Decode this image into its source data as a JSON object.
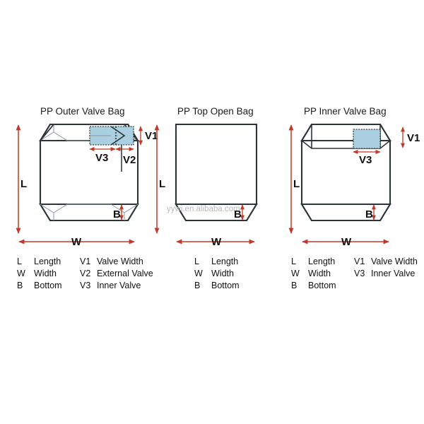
{
  "page": {
    "background": "#ffffff",
    "watermark": "yywi.en.alibaba.com",
    "colors": {
      "outline": "#2b3436",
      "fold": "#8e9698",
      "valve_fill": "#a9cfe0",
      "dimension_arrow": "#c0392b",
      "text": "#111111",
      "watermark": "#b9b9b9"
    }
  },
  "diagrams": [
    {
      "id": "pp-outer-valve-bag",
      "title": "PP Outer Valve Bag",
      "dimension_labels": {
        "length": "L",
        "width": "W",
        "bottom": "B",
        "valve_width": "V1",
        "external_valve": "V2",
        "inner_valve": "V3"
      },
      "legend": [
        {
          "key": "L",
          "value": "Length"
        },
        {
          "key": "W",
          "value": "Width"
        },
        {
          "key": "B",
          "value": "Bottom"
        },
        {
          "key": "V1",
          "value": "Valve Width"
        },
        {
          "key": "V2",
          "value": "External Valve"
        },
        {
          "key": "V3",
          "value": "Inner Valve"
        }
      ]
    },
    {
      "id": "pp-top-open-bag",
      "title": "PP Top Open Bag",
      "dimension_labels": {
        "length": "L",
        "width": "W",
        "bottom": "B"
      },
      "legend": [
        {
          "key": "L",
          "value": "Length"
        },
        {
          "key": "W",
          "value": "Width"
        },
        {
          "key": "B",
          "value": "Bottom"
        }
      ]
    },
    {
      "id": "pp-inner-valve-bag",
      "title": "PP Inner Valve Bag",
      "dimension_labels": {
        "length": "L",
        "width": "W",
        "bottom": "B",
        "valve_width": "V1",
        "inner_valve": "V3"
      },
      "legend": [
        {
          "key": "L",
          "value": "Length"
        },
        {
          "key": "W",
          "value": "Width"
        },
        {
          "key": "B",
          "value": "Bottom"
        },
        {
          "key": "V1",
          "value": "Valve Width"
        },
        {
          "key": "V3",
          "value": "Inner Valve"
        }
      ]
    }
  ]
}
